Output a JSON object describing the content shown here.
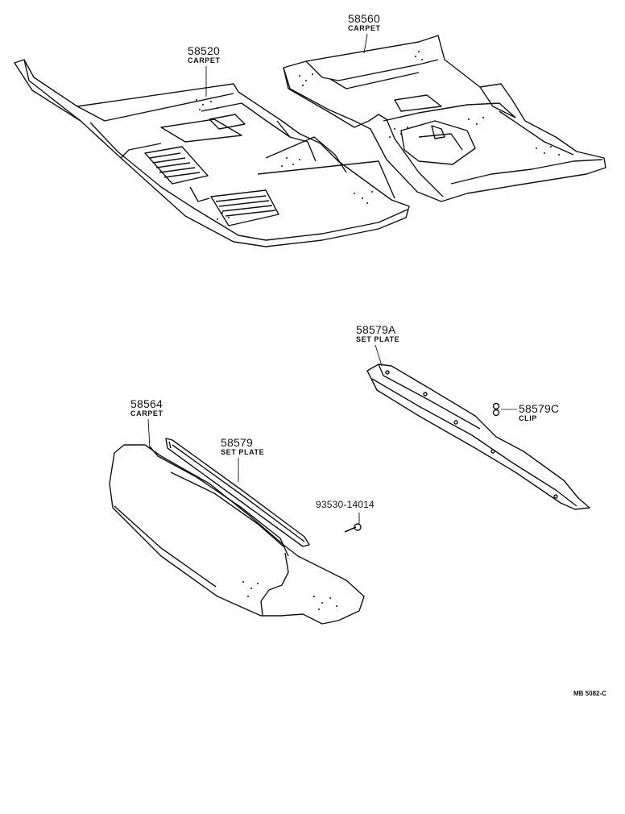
{
  "parts": {
    "p58520": {
      "number": "58520",
      "name": "CARPET"
    },
    "p58560": {
      "number": "58560",
      "name": "CARPET"
    },
    "p58579A": {
      "number": "58579A",
      "name": "SET PLATE"
    },
    "p58579C": {
      "number": "58579C",
      "name": "CLIP"
    },
    "p58564": {
      "number": "58564",
      "name": "CARPET"
    },
    "p58579": {
      "number": "58579",
      "name": "SET PLATE"
    },
    "p93530": {
      "number": "93530-14014",
      "name": ""
    }
  },
  "diagram_code": "MB 5082-C"
}
